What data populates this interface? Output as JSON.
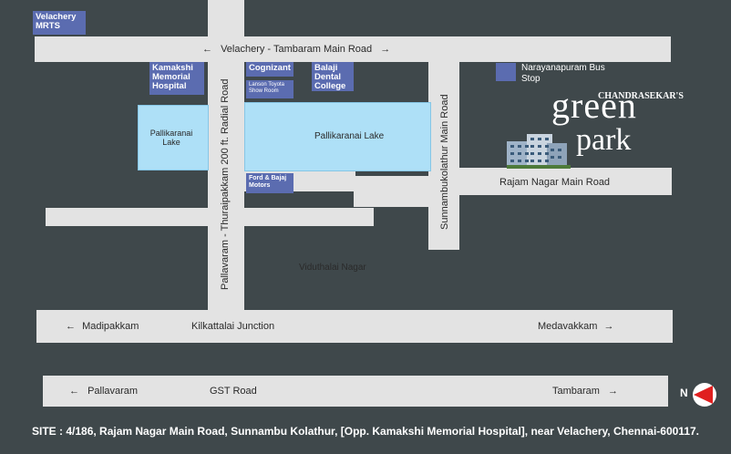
{
  "roads": {
    "velachery_tambaram": "Velachery - Tambaram Main Road",
    "radial_road": "Pallavaram - Thuraipakkam 200 ft. Radial Road",
    "sunnambukolathur": "Sunnambukolathur Main Road",
    "rajam_nagar": "Rajam Nagar Main Road",
    "madipakkam": "Madipakkam",
    "kilkattalai": "Kilkattalai Junction",
    "medavakkam": "Medavakkam",
    "pallavaram": "Pallavaram",
    "gst": "GST Road",
    "tambaram": "Tambaram"
  },
  "lakes": {
    "left": "Pallikaranai Lake",
    "right": "Pallikaranai Lake"
  },
  "areas": {
    "viduthalai": "Viduthalai Nagar"
  },
  "landmarks": {
    "velachery_mrts": "Velachery MRTS",
    "kamakshi": "Kamakshi Memorial Hospital",
    "cognizant": "Cognizant",
    "lanson": "Lanson Toyota Show Room",
    "balaji": "Balaji Dental College",
    "narayanapuram": "Narayanapuram Bus Stop",
    "ford_bajaj": "Ford & Bajaj Motors"
  },
  "logo": {
    "brand": "CHANDRASEKAR'S",
    "line1": "green",
    "line2": "park"
  },
  "compass": {
    "label": "N"
  },
  "footer": "SITE : 4/186, Rajam Nagar Main Road, Sunnambu Kolathur, [Opp. Kamakshi Memorial Hospital], near Velachery, Chennai-600117.",
  "colors": {
    "background": "#3f484b",
    "road": "#e3e3e3",
    "lake": "#aee0f7",
    "landmark_box": "#5b6cb0",
    "compass_arrow": "#e02020"
  }
}
